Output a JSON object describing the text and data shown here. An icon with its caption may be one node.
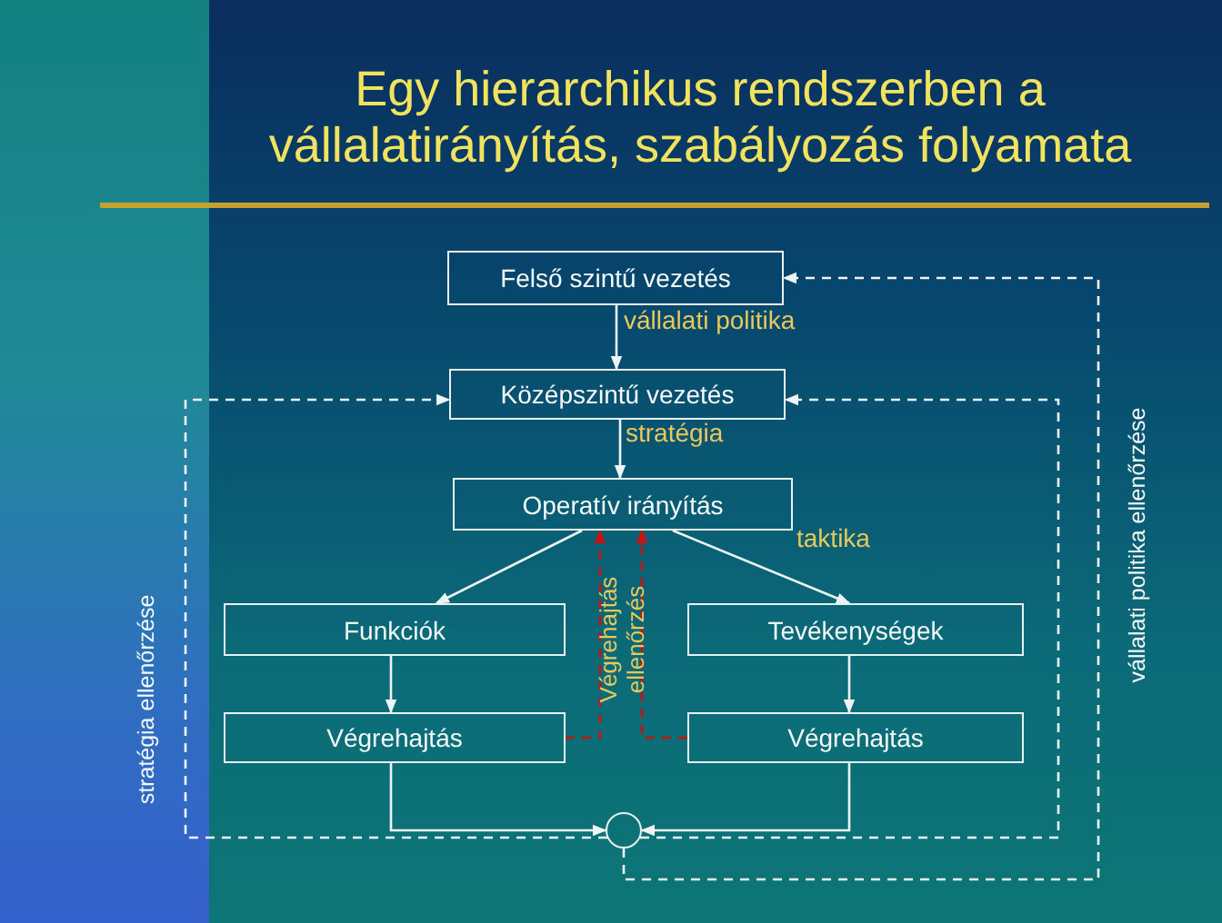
{
  "diagram": {
    "title": "Egy hierarchikus rendszerben a vállalatirányítás, szabályozás folyamata",
    "nodes": [
      {
        "text": [
          "Felső szintű vezetés"
        ]
      },
      {
        "text": [
          "Középszintű vezetés"
        ]
      },
      {
        "text": [
          "Operatív irányítás"
        ]
      },
      {
        "text": [
          "Funkciók"
        ]
      },
      {
        "text": [
          "Tevékenységek"
        ]
      },
      {
        "text": [
          "Végrehajtás"
        ]
      },
      {
        "text": [
          "Végrehajtás"
        ]
      },
      {
        "text": [],
        "shape": "circle"
      }
    ],
    "edges": [
      {
        "from": 0,
        "to": 1,
        "arrow": "to",
        "label": "vállalati politika"
      },
      {
        "from": 1,
        "to": 2,
        "arrow": "to",
        "label": "stratégia"
      },
      {
        "from": 2,
        "to": 3,
        "arrow": "to"
      },
      {
        "from": 2,
        "to": 4,
        "arrow": "to",
        "label": "taktika"
      },
      {
        "from": 3,
        "to": 5,
        "arrow": "to"
      },
      {
        "from": 4,
        "to": 6,
        "arrow": "to"
      },
      {
        "from": 5,
        "to": 7,
        "arrow": "to"
      },
      {
        "from": 6,
        "to": 7,
        "arrow": "to"
      },
      {
        "from": 7,
        "to": 1,
        "arrow": "to",
        "style": "dashed",
        "label": "stratégia ellenőrzése"
      },
      {
        "from": 7,
        "to": 1,
        "arrow": "to",
        "style": "dashed"
      },
      {
        "from": 7,
        "to": 0,
        "arrow": "to",
        "style": "dashed",
        "label": "vállalati politika ellenőrzése"
      },
      {
        "from": 5,
        "to": 2,
        "arrow": "to",
        "style": "dashed",
        "color": "#d01010"
      },
      {
        "from": 6,
        "to": 2,
        "arrow": "to",
        "style": "dashed",
        "color": "#d01010"
      }
    ],
    "labels": [
      "Végrehajtás ellenőrzés"
    ]
  }
}
